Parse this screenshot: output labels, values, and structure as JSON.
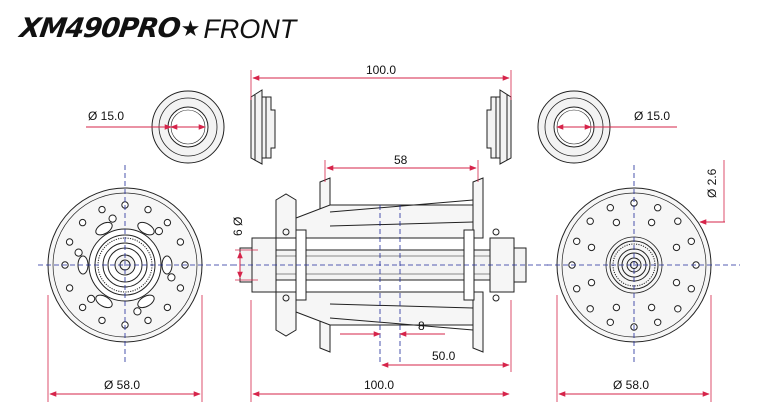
{
  "title": {
    "brand": "XM490PRO",
    "star": "★",
    "variant": "FRONT"
  },
  "dimensions": {
    "top_width": "100.0",
    "flange_spacing": "58",
    "left_cap_diameter": "Ø 15.0",
    "right_cap_diameter": "Ø 15.0",
    "axle_diameter": "6 Ø",
    "spoke_hole": "Ø 2.6",
    "offset": "8",
    "half_width": "50.0",
    "left_flange_diameter": "Ø 58.0",
    "bottom_width": "100.0",
    "right_flange_diameter": "Ø 58.0"
  },
  "colors": {
    "dimension": "#d6244a",
    "centerline": "#1f2a9a",
    "outline": "#222222"
  }
}
